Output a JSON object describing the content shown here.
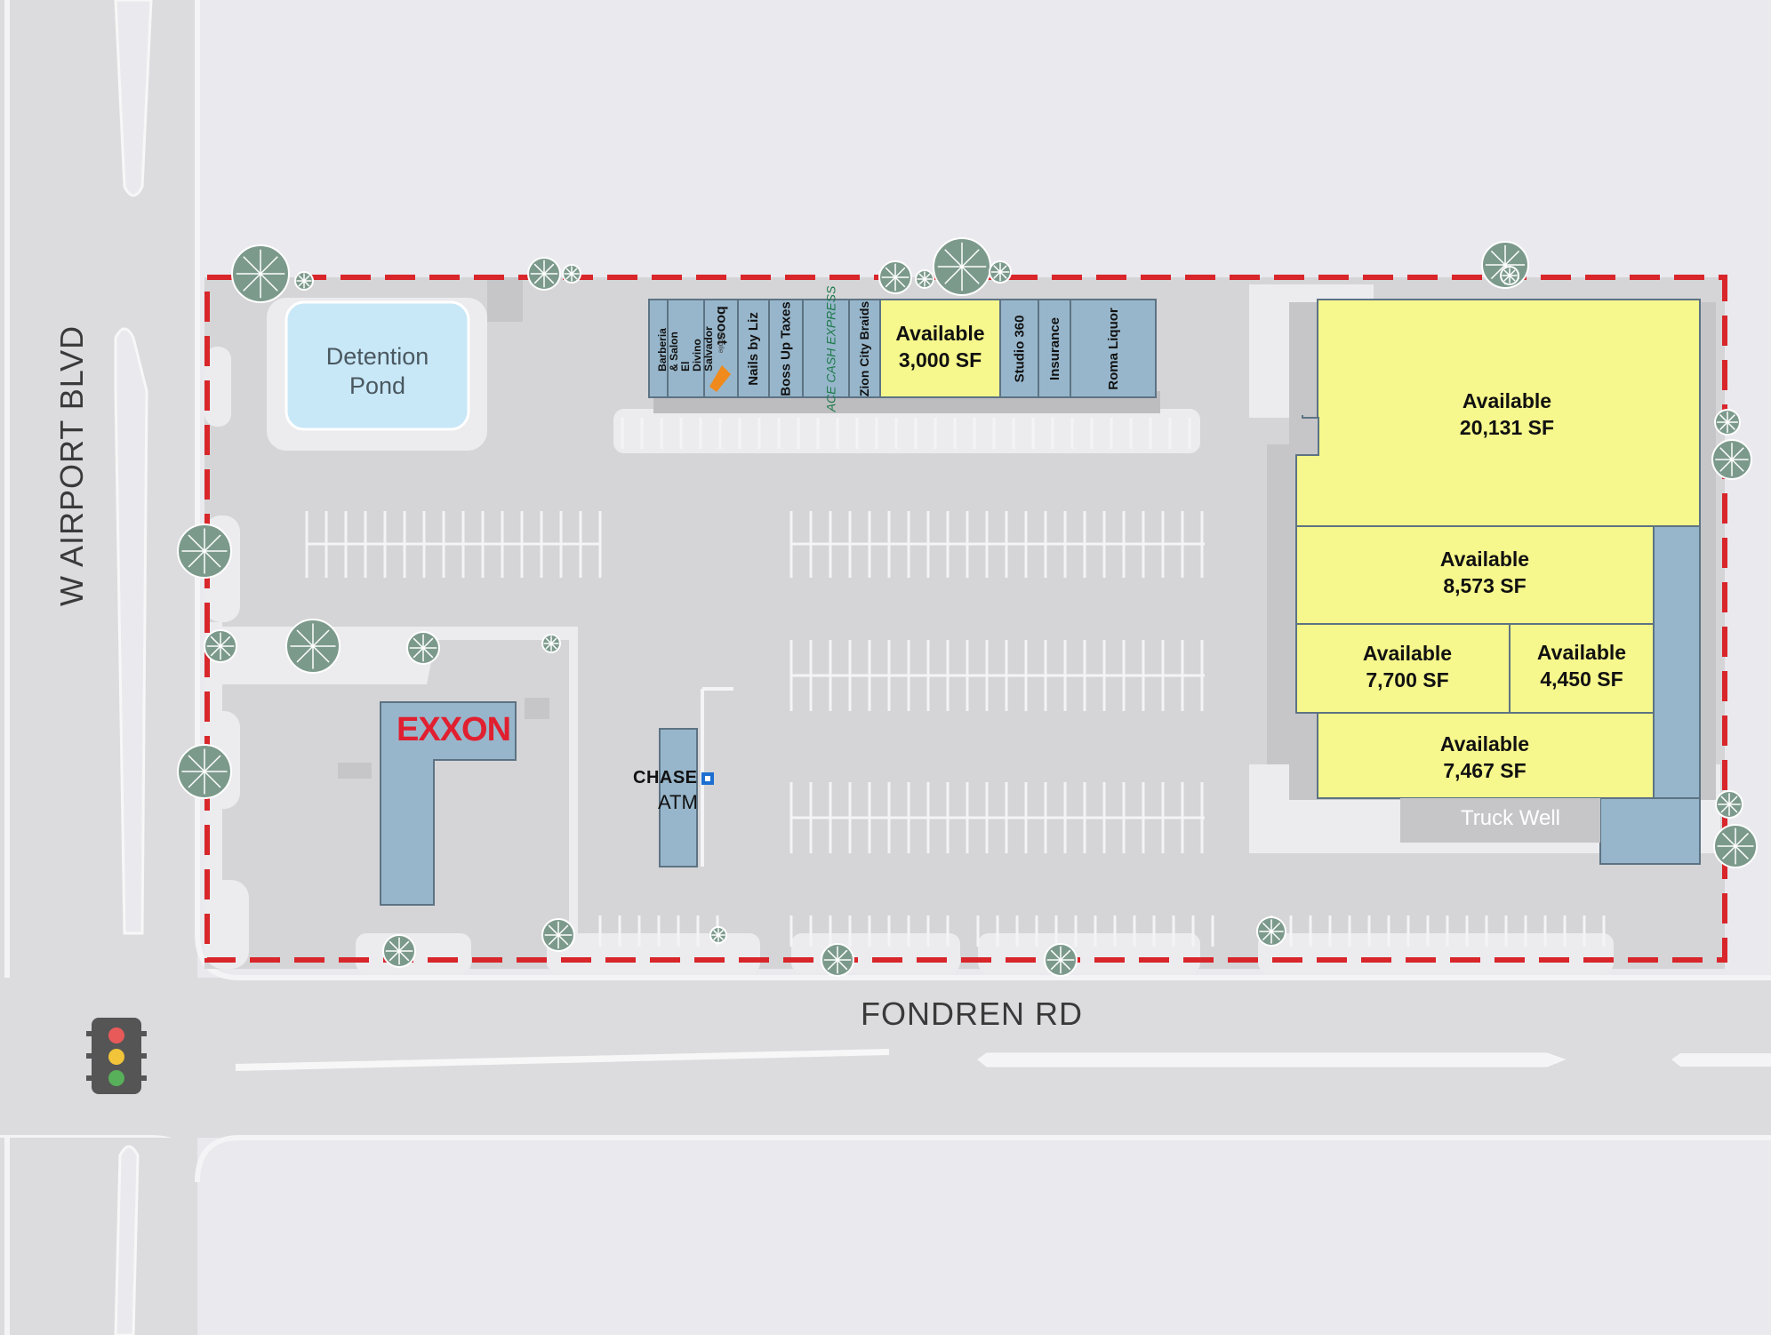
{
  "roads": {
    "west": "W AIRPORT BLVD",
    "south": "FONDREN RD"
  },
  "pond": {
    "line1": "Detention",
    "line2": "Pond"
  },
  "tenants_strip": [
    {
      "label": "Barberia & Salon El Divino Salvador"
    },
    {
      "label": "boost",
      "sub": "mobile",
      "brand_color": "#f08a1c"
    },
    {
      "label": "Nails by Liz"
    },
    {
      "label": "Boss Up Taxes"
    },
    {
      "label": "ACE CASH EXPRESS",
      "brand_color": "#1f7a4c"
    },
    {
      "label": "Zion City Braids"
    },
    {
      "label": "Studio 360"
    },
    {
      "label": "Insurance"
    },
    {
      "label": "Roma Liquor"
    }
  ],
  "available_spaces": [
    {
      "label": "Available",
      "size": "3,000 SF"
    },
    {
      "label": "Available",
      "size": "20,131 SF"
    },
    {
      "label": "Available",
      "size": "8,573 SF"
    },
    {
      "label": "Available",
      "size": "7,700 SF"
    },
    {
      "label": "Available",
      "size": "4,450 SF"
    },
    {
      "label": "Available",
      "size": "7,467 SF"
    }
  ],
  "pads": {
    "gas_station": "EXXON",
    "bank": "CHASE",
    "bank_sub": "ATM",
    "truck_well": "Truck Well"
  },
  "colors": {
    "background": "#e9e9ee",
    "road": "#dcdcdf",
    "lot": "#d5d5d7",
    "building": "#97b6cb",
    "available": "#f6f78c",
    "pond": "#c8e8f8",
    "property_line": "#d8262b",
    "tree": "#7c9a8c",
    "exxon_red": "#e02030"
  },
  "icons": [
    "traffic-light-icon",
    "tree-icon",
    "chase-logo-icon",
    "boost-logo-icon"
  ]
}
